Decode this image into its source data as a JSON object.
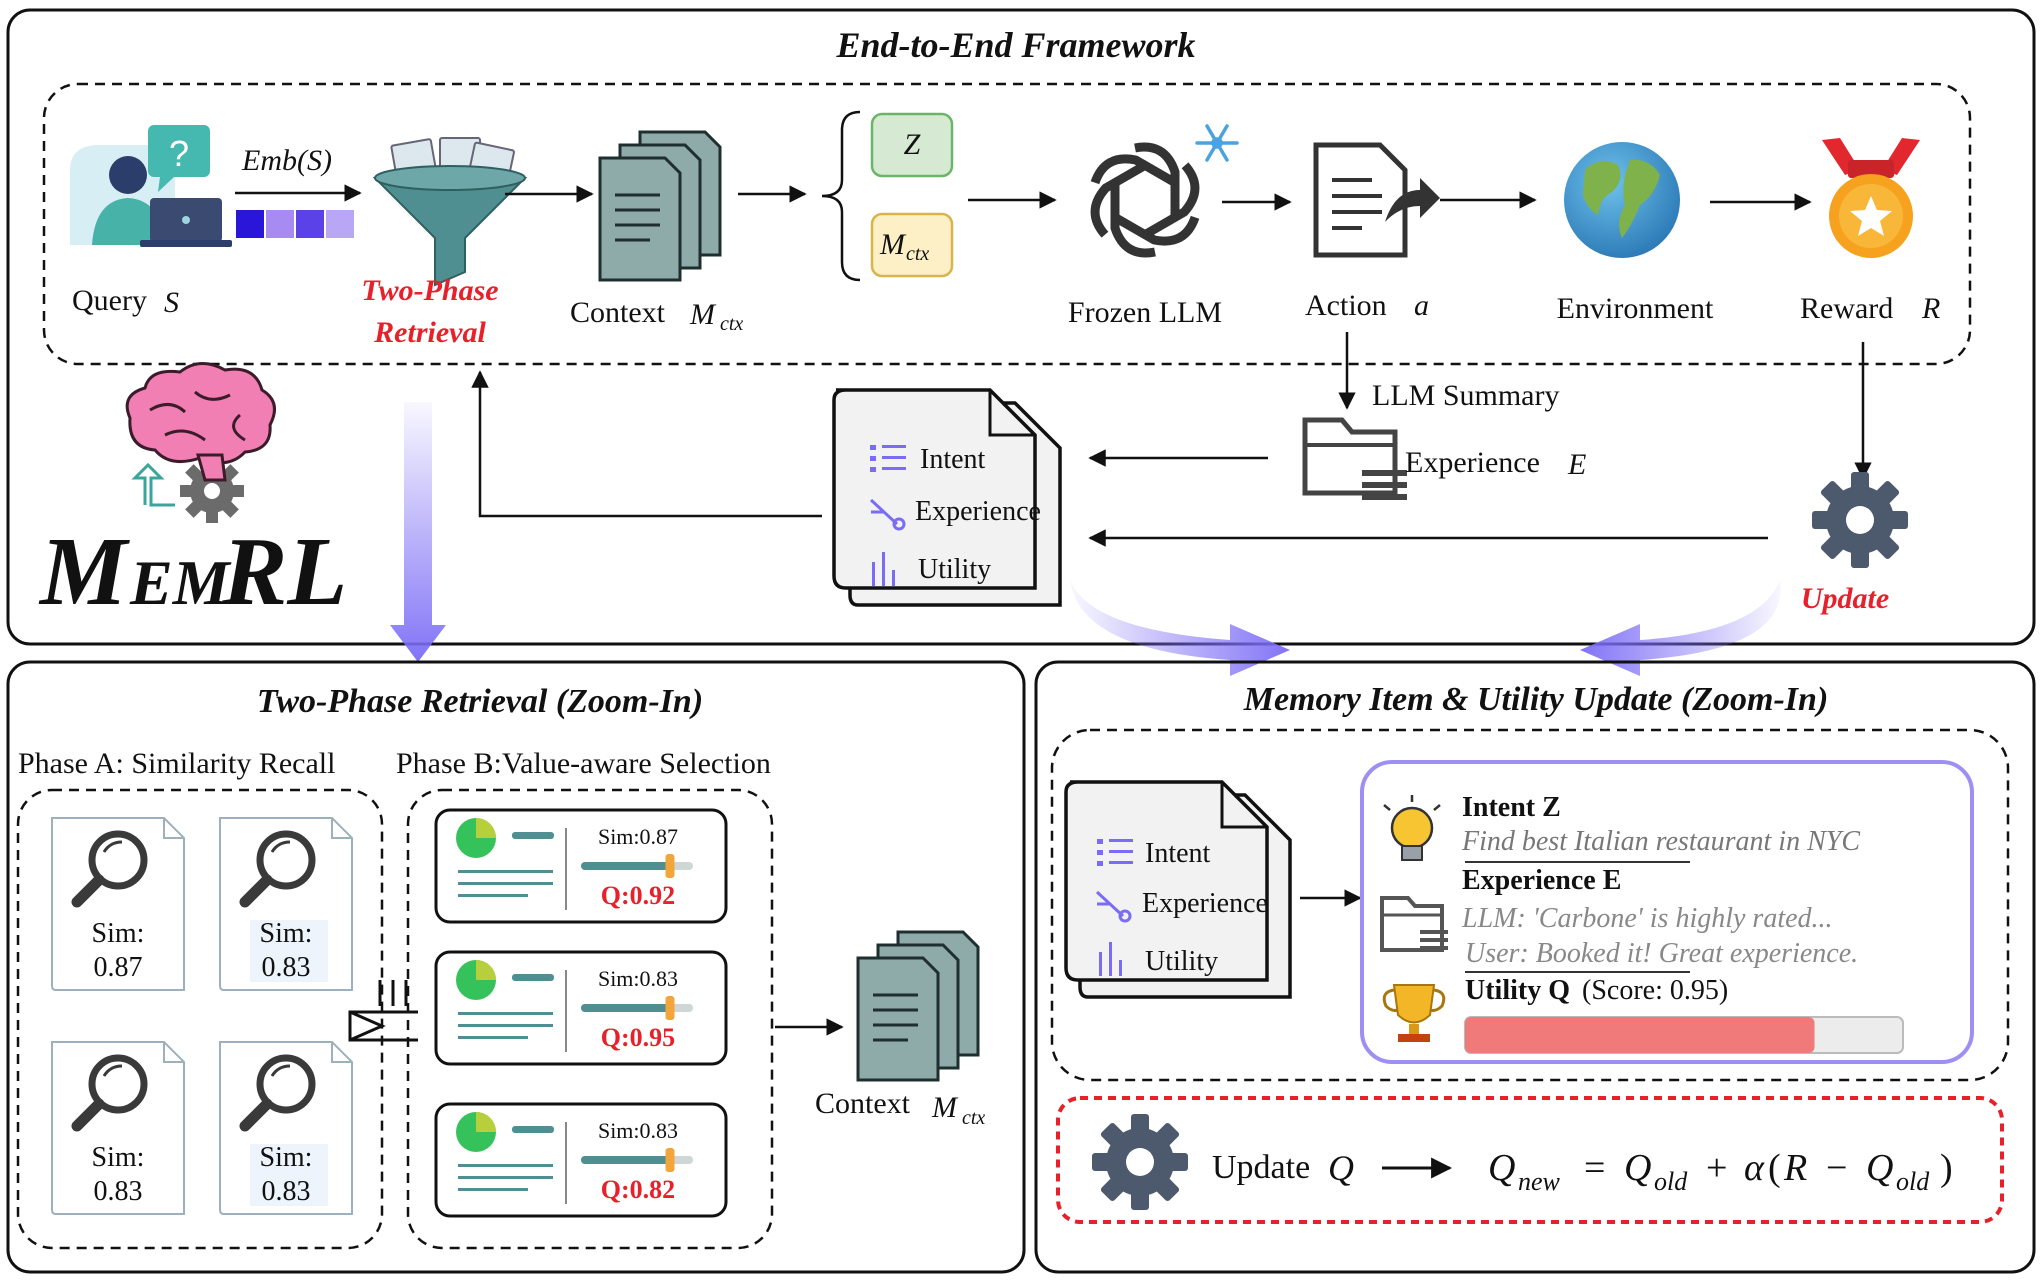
{
  "colors": {
    "accent_red": "#e8202a",
    "purple": "#7b6cf6",
    "teal": "#5f9ea0",
    "bar_red": "#f07a7a",
    "gear": "#4d5a6e",
    "doc_fill": "#8eaaa9"
  },
  "icons": [
    "user-laptop-icon",
    "question-bubble-icon",
    "funnel-icon",
    "docs-stack-icon",
    "openai-logo-icon",
    "snowflake-icon",
    "action-doc-icon",
    "globe-icon",
    "medal-icon",
    "folder-icon",
    "gear-icon",
    "brain-gear-icon",
    "search-doc-icon",
    "trophy-icon",
    "lightbulb-icon",
    "pie-icon"
  ],
  "top": {
    "title": "End-to-End Framework",
    "query_label": "Query",
    "query_var": "S",
    "emb_label": "Emb(S)",
    "retrieval_line1": "Two-Phase",
    "retrieval_line2": "Retrieval",
    "context_label": "Context",
    "context_var": "M",
    "context_sub": "ctx",
    "z_label": "Z",
    "m_label": "M",
    "m_sub": "ctx",
    "llm_label": "Frozen LLM",
    "action_label": "Action",
    "action_var": "a",
    "env_label": "Environment",
    "reward_label": "Reward",
    "reward_var": "R",
    "summary_label": "LLM Summary",
    "experience_label": "Experience",
    "experience_var": "E",
    "memory_items": [
      "Intent",
      "Experience",
      "Utility"
    ],
    "update_label": "Update",
    "brand_big": "M",
    "brand_small": "EM",
    "brand_rl": "RL"
  },
  "left": {
    "title": "Two-Phase Retrieval (Zoom-In)",
    "phase_a": "Phase A: Similarity Recall",
    "phase_b": "Phase B:Value-aware Selection",
    "sim_label": "Sim:",
    "sim_values": [
      "0.87",
      "0.83",
      "0.83",
      "0.83"
    ],
    "cards": [
      {
        "sim": "Sim:0.87",
        "q": "Q:0.92",
        "fill": 0.79
      },
      {
        "sim": "Sim:0.83",
        "q": "Q:0.95",
        "fill": 0.79
      },
      {
        "sim": "Sim:0.83",
        "q": "Q:0.82",
        "fill": 0.79
      }
    ],
    "context_label": "Context",
    "context_var": "M",
    "context_sub": "ctx"
  },
  "right": {
    "title": "Memory Item & Utility Update (Zoom-In)",
    "memory_items": [
      "Intent",
      "Experience",
      "Utility"
    ],
    "intent_title": "Intent Z",
    "intent_text": "Find best Italian restaurant in NYC",
    "experience_title": "Experience E",
    "exp_line1": "LLM: 'Carbone' is highly rated...",
    "exp_line2": "User: Booked it! Great experience.",
    "utility_title": "Utility Q",
    "utility_score": "(Score: 0.95)",
    "utility_value": 0.95,
    "update_text": "Update",
    "update_var": "Q",
    "formula": {
      "q": "Q",
      "new": "new",
      "old": "old",
      "eq": "=",
      "plus": "+",
      "alpha": "α",
      "lparen": "(",
      "r": "R",
      "minus": "−",
      "rparen": ")"
    }
  }
}
